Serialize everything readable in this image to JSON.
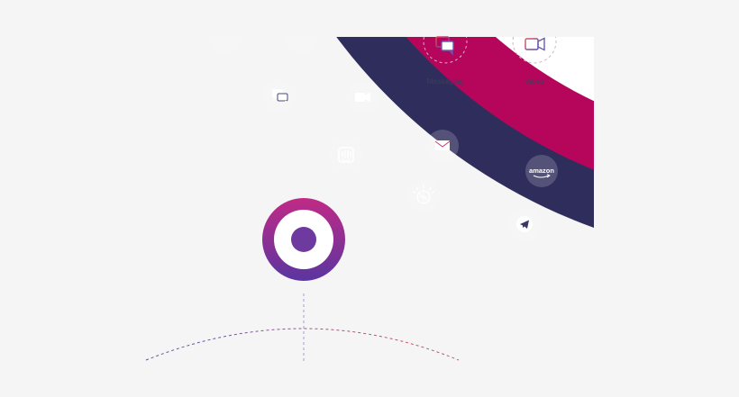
{
  "channels": {
    "messaging_label": "Messaging",
    "video_label": "Video"
  },
  "amazon_text": "amazon",
  "colors": {
    "background": "#f5f5f6",
    "inner_white": "#ffffff",
    "magenta_band": "#b5065b",
    "navy_band": "#2f2d5c",
    "icon_circle_fill": "rgba(255,255,255,0.18)",
    "target_gradient_top": "#c12a86",
    "target_gradient_bottom": "#5a35a0",
    "target_center": "#6e3aa0",
    "dash_blue": "#4a5ab8",
    "dash_red": "#e0525a",
    "dash_gray": "#b9bccb"
  },
  "icons": {
    "outer_band": [
      "chat-bubbles-icon",
      "intercom-icon",
      "ibm-watson-icon",
      "telegram-icon"
    ],
    "middle_band": [
      "video-camera-icon",
      "envelope-icon",
      "amazon-icon"
    ],
    "inner_area": [
      "messaging-icon",
      "video-icon"
    ]
  }
}
